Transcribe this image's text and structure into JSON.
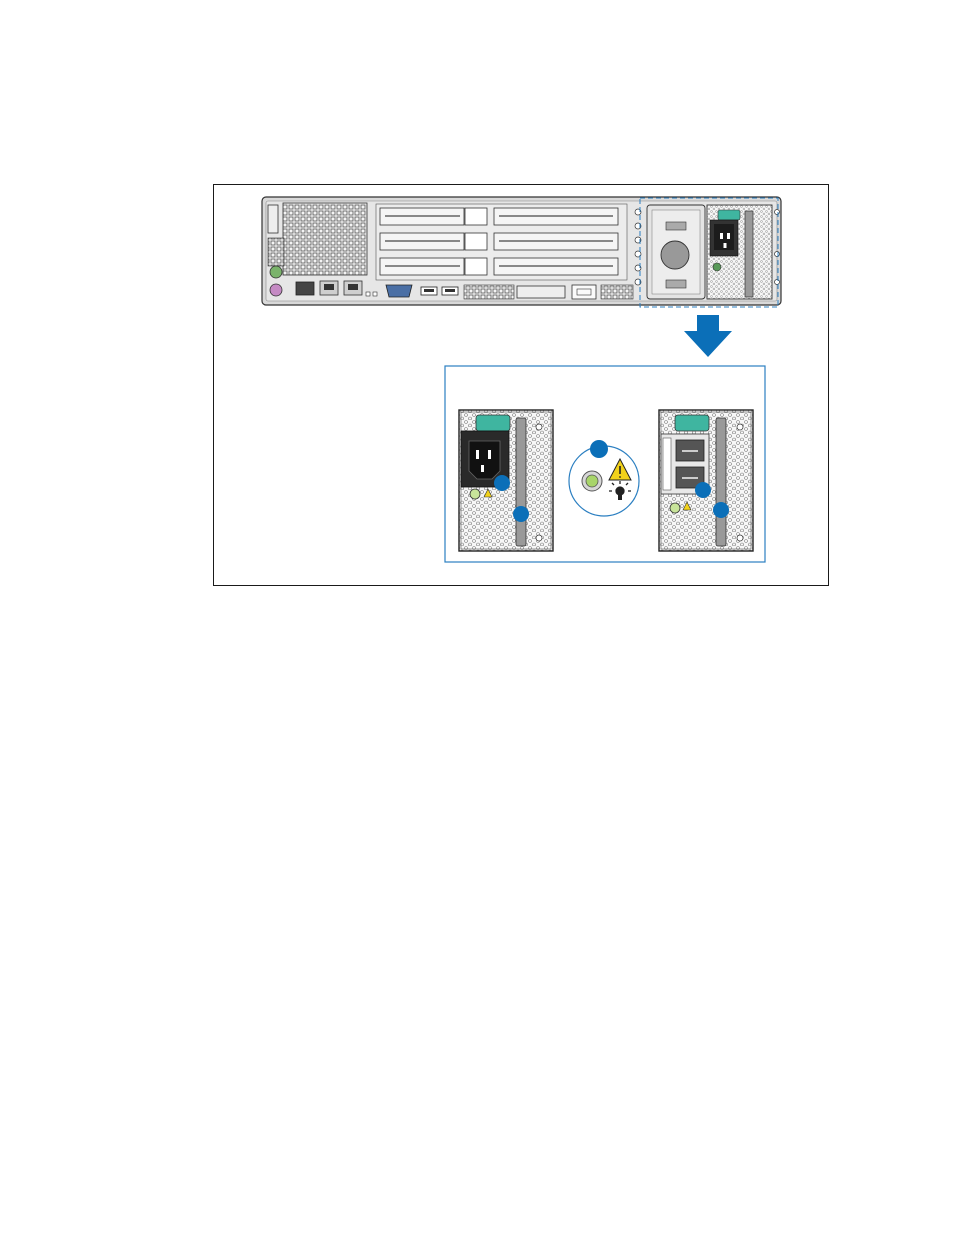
{
  "figure": {
    "kind": "server rear panel with power supply detail",
    "colors": {
      "frame": "#1a1a1a",
      "chassis": "#d7d7d7",
      "panel": "#eeeeee",
      "callout": "#0b6fb8",
      "arrow": "#0b6fb8",
      "latch": "#3fb5a0",
      "led": "#a8d56a",
      "warning": "#f2d21b",
      "dashed_highlight": "#2b7fc1"
    },
    "icons": {
      "arrow": "down-arrow-icon",
      "warning": "warning-triangle-icon",
      "lamp": "light-bulb-icon",
      "plug": "ac-inlet-icon"
    },
    "callouts": {
      "count": 5,
      "style": "filled blue circle, no printed number"
    }
  }
}
